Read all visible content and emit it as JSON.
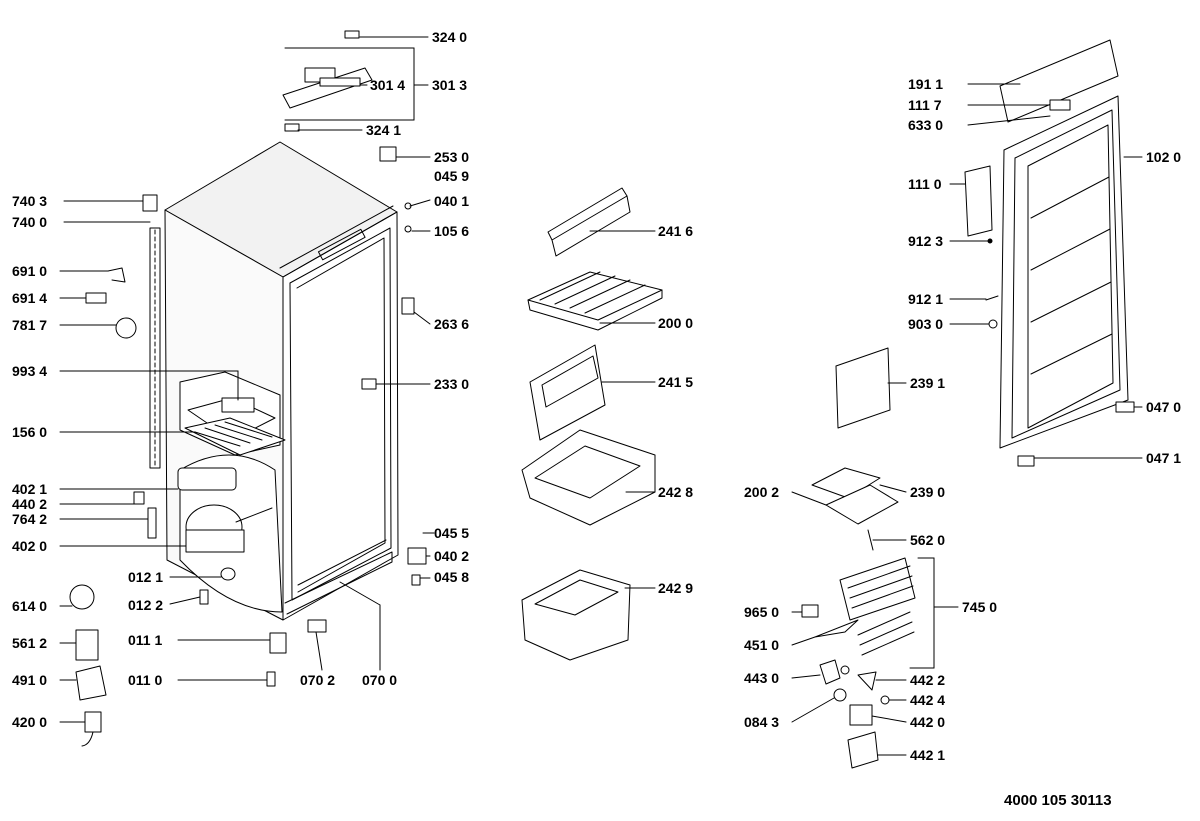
{
  "doc_number": "4000 105 30113",
  "parts": [
    {
      "id": "p3240",
      "code": "324 0"
    },
    {
      "id": "p3014",
      "code": "301 4"
    },
    {
      "id": "p3013",
      "code": "301 3"
    },
    {
      "id": "p3241",
      "code": "324 1"
    },
    {
      "id": "p2530",
      "code": "253 0"
    },
    {
      "id": "p0459",
      "code": "045 9"
    },
    {
      "id": "p0401",
      "code": "040 1"
    },
    {
      "id": "p1056",
      "code": "105 6"
    },
    {
      "id": "p7403",
      "code": "740 3"
    },
    {
      "id": "p7400",
      "code": "740 0"
    },
    {
      "id": "p6910",
      "code": "691 0"
    },
    {
      "id": "p6914",
      "code": "691 4"
    },
    {
      "id": "p7817",
      "code": "781 7"
    },
    {
      "id": "p2636",
      "code": "263 6"
    },
    {
      "id": "p9934",
      "code": "993 4"
    },
    {
      "id": "p2330",
      "code": "233 0"
    },
    {
      "id": "p1560",
      "code": "156 0"
    },
    {
      "id": "p4021",
      "code": "402 1"
    },
    {
      "id": "p4402",
      "code": "440 2"
    },
    {
      "id": "p7642",
      "code": "764 2"
    },
    {
      "id": "p4020",
      "code": "402 0"
    },
    {
      "id": "p0455",
      "code": "045 5"
    },
    {
      "id": "p0402",
      "code": "040 2"
    },
    {
      "id": "p0121",
      "code": "012 1"
    },
    {
      "id": "p0458",
      "code": "045 8"
    },
    {
      "id": "p6140",
      "code": "614 0"
    },
    {
      "id": "p0122",
      "code": "012 2"
    },
    {
      "id": "p5612",
      "code": "561 2"
    },
    {
      "id": "p0111",
      "code": "011 1"
    },
    {
      "id": "p4910",
      "code": "491 0"
    },
    {
      "id": "p0110",
      "code": "011 0"
    },
    {
      "id": "p0702",
      "code": "070 2"
    },
    {
      "id": "p0700",
      "code": "070 0"
    },
    {
      "id": "p4200",
      "code": "420 0"
    },
    {
      "id": "p2416",
      "code": "241 6"
    },
    {
      "id": "p2000",
      "code": "200 0"
    },
    {
      "id": "p2415",
      "code": "241 5"
    },
    {
      "id": "p2428",
      "code": "242 8"
    },
    {
      "id": "p2429",
      "code": "242 9"
    },
    {
      "id": "p1911",
      "code": "191 1"
    },
    {
      "id": "p1117",
      "code": "111 7"
    },
    {
      "id": "p6330",
      "code": "633 0"
    },
    {
      "id": "p1020",
      "code": "102 0"
    },
    {
      "id": "p1110",
      "code": "111 0"
    },
    {
      "id": "p9123",
      "code": "912 3"
    },
    {
      "id": "p9121",
      "code": "912 1"
    },
    {
      "id": "p9030",
      "code": "903 0"
    },
    {
      "id": "p2391",
      "code": "239 1"
    },
    {
      "id": "p0470",
      "code": "047 0"
    },
    {
      "id": "p0471",
      "code": "047 1"
    },
    {
      "id": "p2002",
      "code": "200 2"
    },
    {
      "id": "p2390",
      "code": "239 0"
    },
    {
      "id": "p5620",
      "code": "562 0"
    },
    {
      "id": "p7450",
      "code": "745 0"
    },
    {
      "id": "p9650",
      "code": "965 0"
    },
    {
      "id": "p4510",
      "code": "451 0"
    },
    {
      "id": "p4430",
      "code": "443 0"
    },
    {
      "id": "p4422",
      "code": "442 2"
    },
    {
      "id": "p4424",
      "code": "442 4"
    },
    {
      "id": "p0843",
      "code": "084 3"
    },
    {
      "id": "p4420",
      "code": "442 0"
    },
    {
      "id": "p4421",
      "code": "442 1"
    }
  ]
}
